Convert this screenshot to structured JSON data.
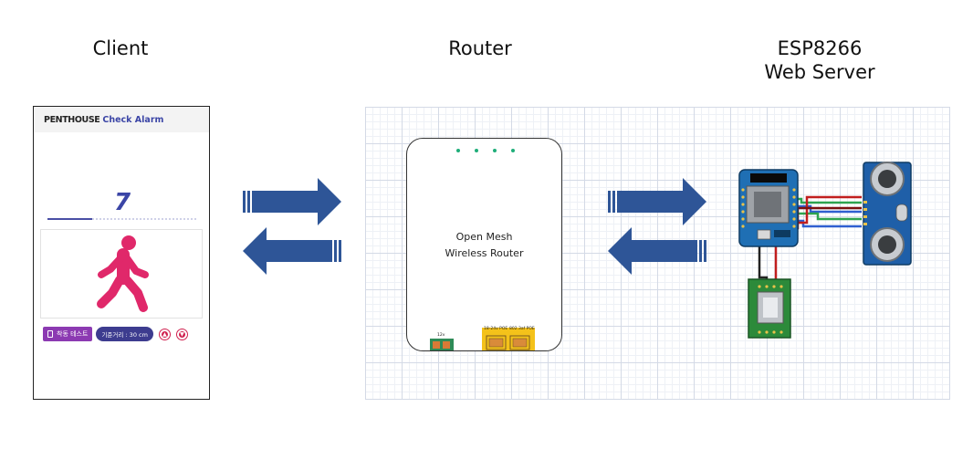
{
  "columns": {
    "client": "Client",
    "router": "Router",
    "esp_line1": "ESP8266",
    "esp_line2": "Web Server"
  },
  "phone": {
    "brand": "PENTHOUSE",
    "brand_sub": "Check Alarm",
    "count": "7",
    "progress": 0.3,
    "test_button": "착동 테스트",
    "distance_pill": "기준거리 : 30 cm",
    "walker_icon": "walking-person-icon",
    "up_icon": "arrow-up-circle-icon",
    "down_icon": "arrow-down-circle-icon"
  },
  "router": {
    "line1": "Open Mesh",
    "line2": "Wireless Router",
    "port_label_1": "18-24v POE",
    "port_label_2": "802.3af POE",
    "small_port_label": "12v"
  },
  "colors": {
    "arrow": "#2e5597",
    "accent_purple": "#8c3ab2",
    "accent_navy": "#3b45a6",
    "walker": "#e0286a",
    "led": "#1fae79",
    "port_yellow": "#f4c21a"
  }
}
